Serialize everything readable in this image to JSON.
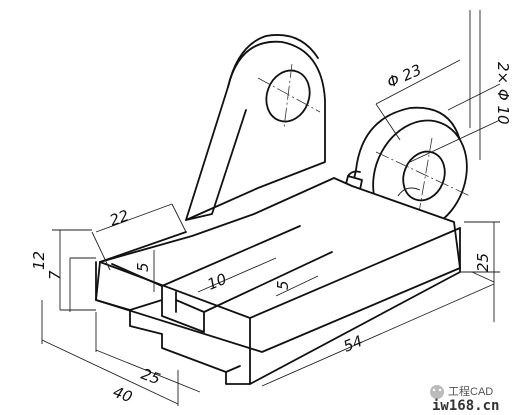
{
  "dimensions": {
    "d_22": "22",
    "d_12": "12",
    "d_7": "7",
    "d_5_left": "5",
    "d_10": "10",
    "d_5_right": "5",
    "d_25_bottom": "25",
    "d_40": "40",
    "d_54": "54",
    "d_25_right": "25",
    "d_phi23": "Φ 23",
    "d_2xphi10": "2× Φ 10"
  },
  "watermark": {
    "brand": "工程CAD",
    "url": "iw168.cn"
  }
}
